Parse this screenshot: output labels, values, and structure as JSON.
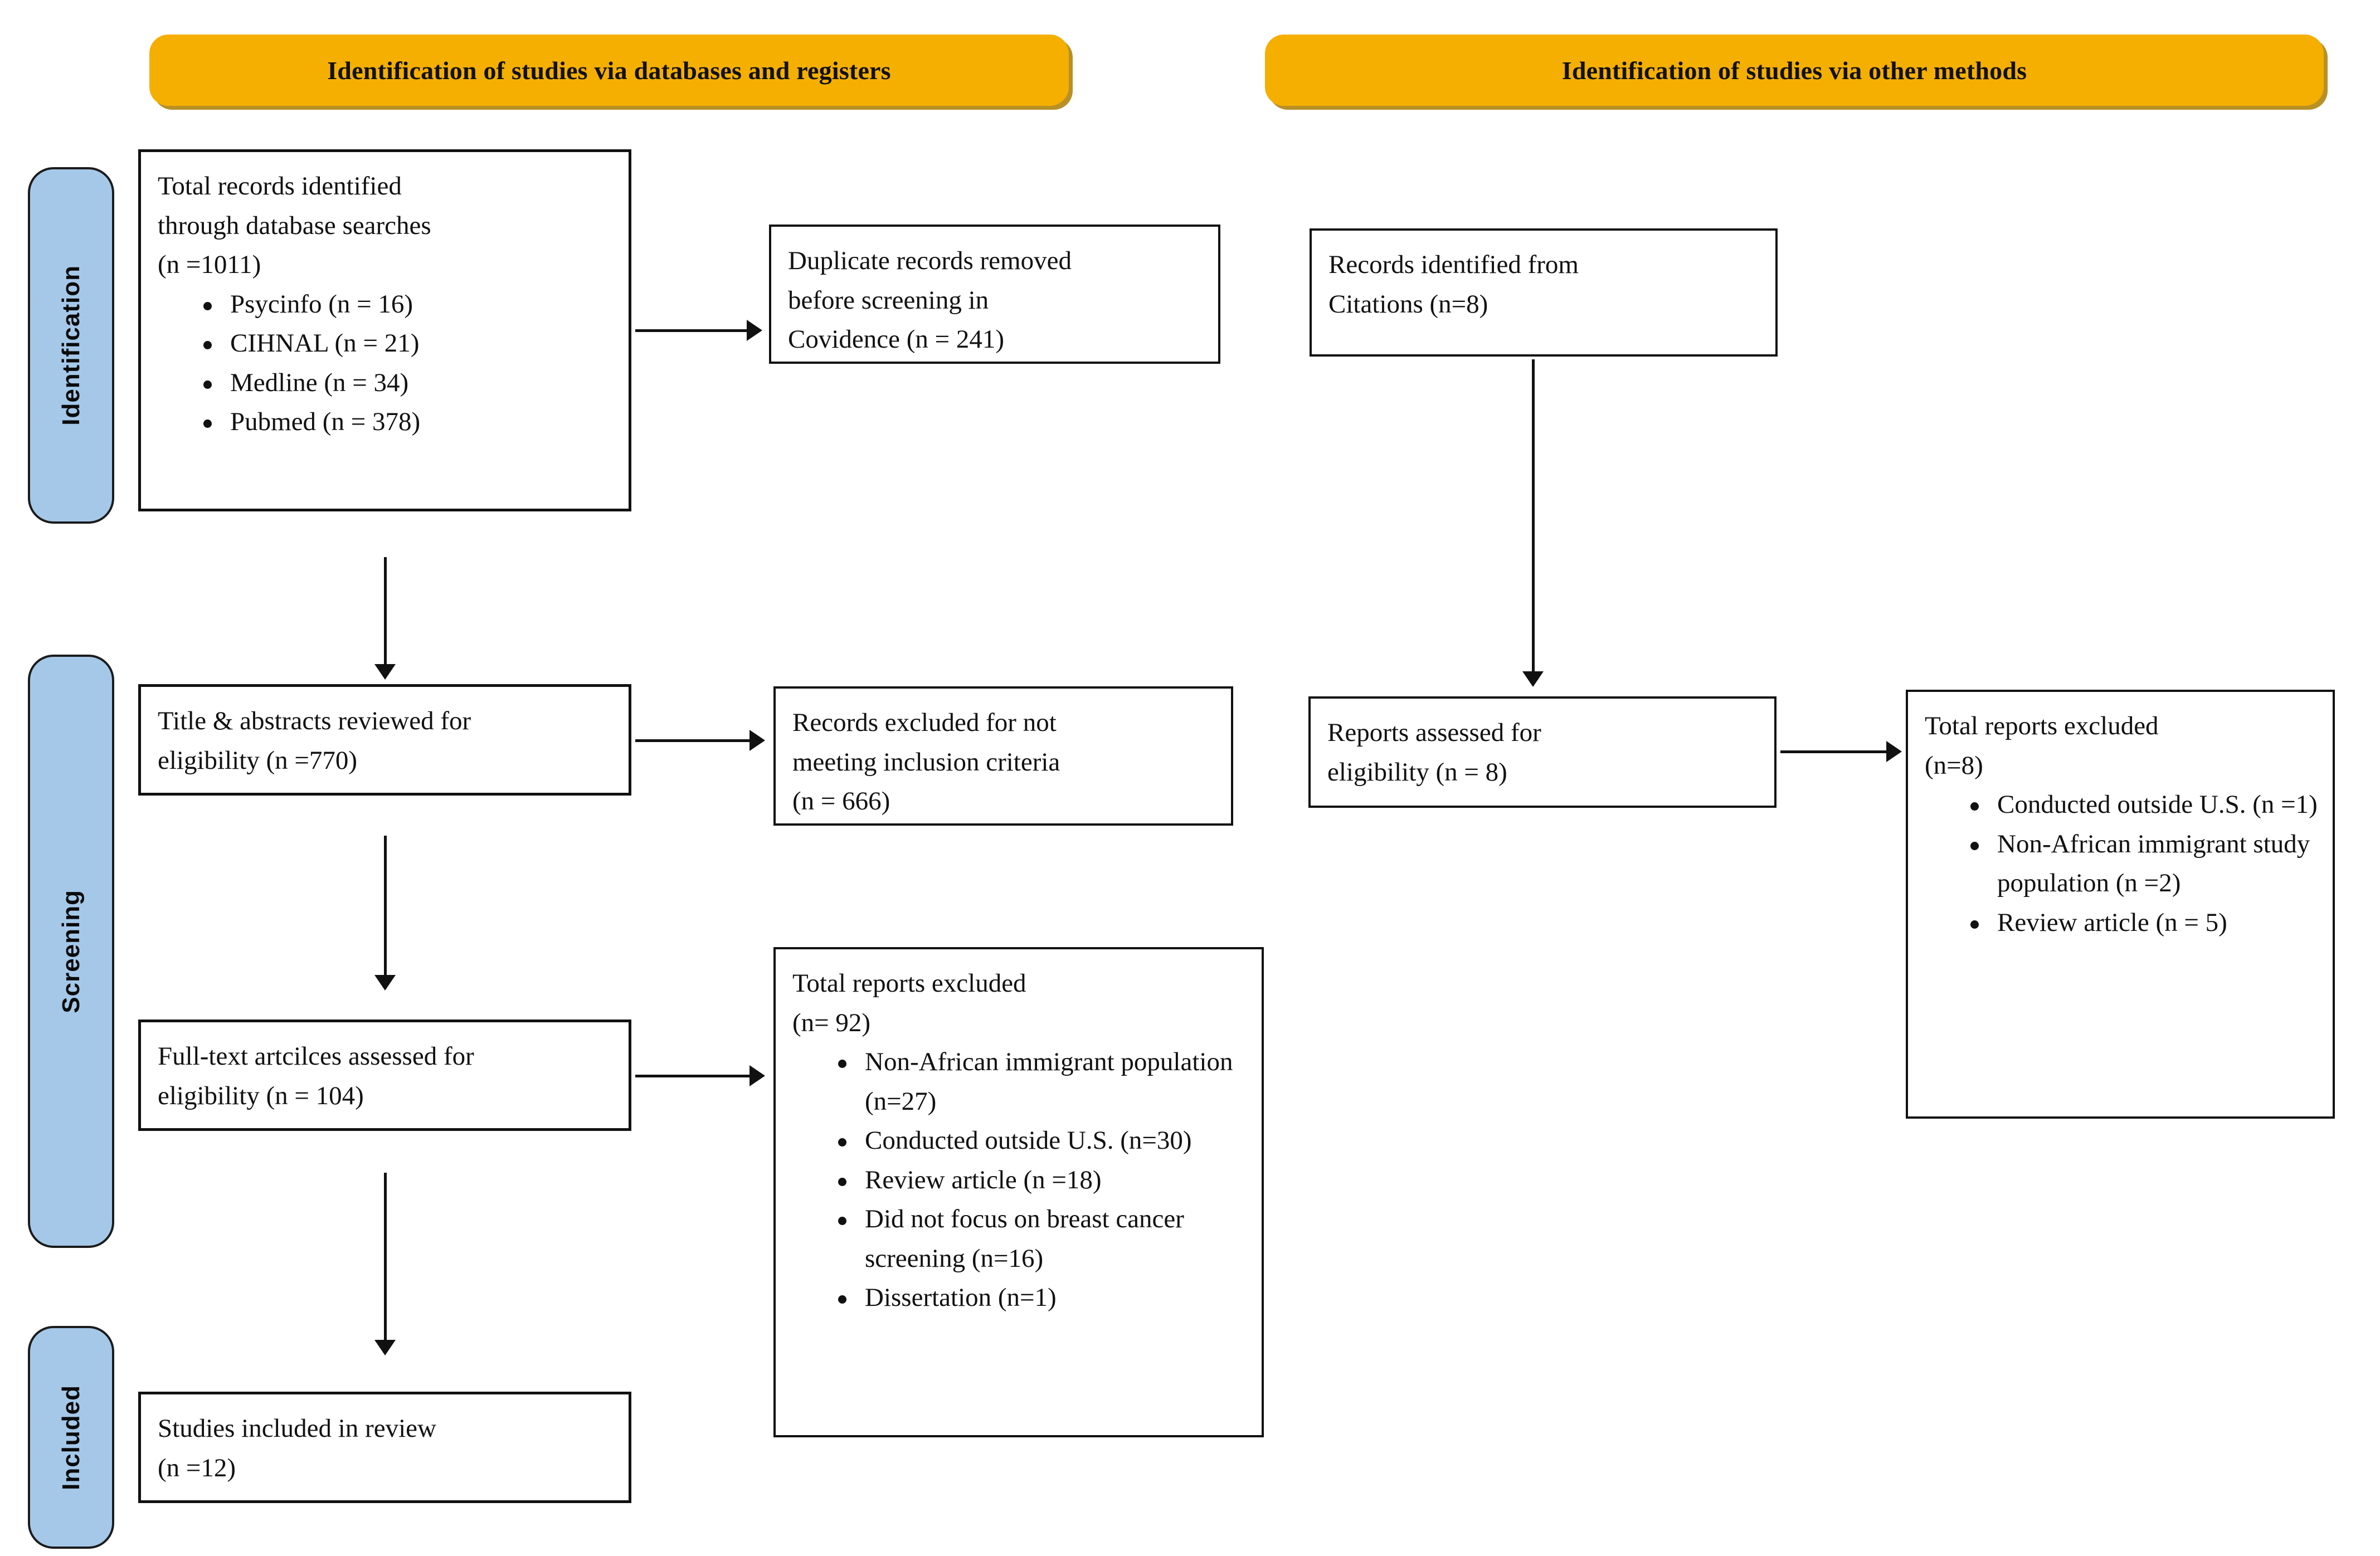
{
  "diagram": {
    "type": "prisma-flow-diagram",
    "banners": [
      {
        "id": "databases",
        "label": "Identification of studies via databases and registers"
      },
      {
        "id": "other",
        "label": "Identification of studies via other methods"
      }
    ],
    "stages": [
      {
        "id": "identification",
        "label": "Identification"
      },
      {
        "id": "screening",
        "label": "Screening"
      },
      {
        "id": "included",
        "label": "Included"
      }
    ],
    "colors": {
      "banner": "#F5AF00",
      "banner_shadow": "#AA7D00",
      "stage_label": "#A5C8E9",
      "border": "#111111",
      "background": "#FFFFFF"
    },
    "nodes": {
      "records_identified": {
        "lines": [
          "Total records identified",
          "through database searches",
          "(n =1011)"
        ],
        "bullets": [
          "Psycinfo (n = 16)",
          "CIHNAL (n = 21)",
          "Medline (n = 34)",
          "Pubmed (n = 378)"
        ]
      },
      "duplicates_removed": {
        "lines": [
          "Duplicate records removed",
          "before screening in",
          "Covidence (n = 241)"
        ],
        "bullets": []
      },
      "records_from_citations": {
        "lines": [
          "Records identified from",
          "Citations (n=8)"
        ],
        "bullets": []
      },
      "title_abstracts": {
        "lines": [
          "Title & abstracts reviewed for",
          "eligibility (n =770)"
        ],
        "bullets": []
      },
      "records_excluded": {
        "lines": [
          "Records excluded for not",
          "meeting inclusion criteria",
          "(n = 666)"
        ],
        "bullets": []
      },
      "reports_assessed_other": {
        "lines": [
          "Reports assessed for",
          "eligibility (n = 8)"
        ],
        "bullets": []
      },
      "reports_excluded_other": {
        "lines": [
          "Total reports excluded",
          "(n=8)"
        ],
        "bullets": [
          "Conducted outside U.S.  (n =1)",
          "Non-African immigrant study population (n =2)",
          "Review article (n = 5)"
        ]
      },
      "fulltext_assessed": {
        "lines": [
          "Full-text artcilces assessed for",
          "eligibility (n = 104)"
        ],
        "bullets": []
      },
      "reports_excluded_db": {
        "lines": [
          "Total reports excluded",
          "(n= 92)"
        ],
        "bullets": [
          "Non-African immigrant population (n=27)",
          "Conducted outside U.S. (n=30)",
          "Review article (n =18)",
          "Did not focus on breast cancer screening (n=16)",
          "Dissertation (n=1)"
        ]
      },
      "studies_included": {
        "lines": [
          "Studies included in review",
          "(n =12)"
        ],
        "bullets": []
      }
    },
    "counts": {
      "total_records_identified": 1011,
      "psycinfo": 16,
      "cihnal": 21,
      "medline": 34,
      "pubmed": 378,
      "duplicates_removed": 241,
      "records_from_citations": 8,
      "title_abstracts_reviewed": 770,
      "records_excluded_screening": 666,
      "reports_assessed_other": 8,
      "reports_excluded_other_total": 8,
      "other_conducted_outside_us": 1,
      "other_non_african_population": 2,
      "other_review_article": 5,
      "fulltext_assessed": 104,
      "reports_excluded_db_total": 92,
      "db_non_african_population": 27,
      "db_conducted_outside_us": 30,
      "db_review_article": 18,
      "db_not_breast_cancer_screening": 16,
      "db_dissertation": 1,
      "studies_included": 12
    }
  }
}
